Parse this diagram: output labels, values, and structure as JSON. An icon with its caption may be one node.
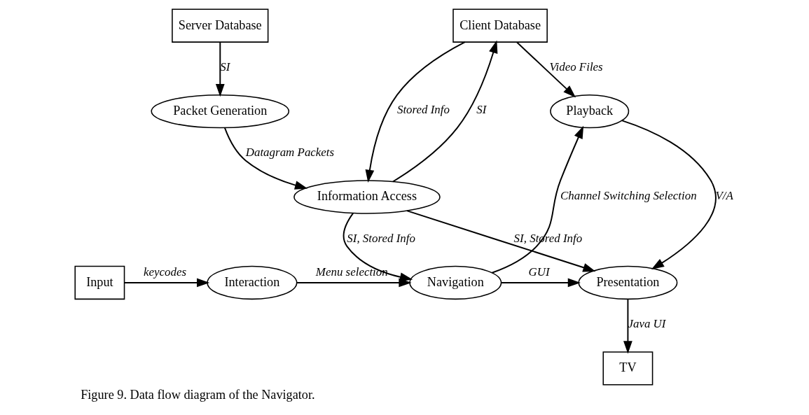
{
  "diagram": {
    "caption": "Figure 9. Data flow diagram of the Navigator.",
    "nodes": [
      {
        "text": [
          "Server Database"
        ]
      },
      {
        "text": [
          "Client Database"
        ]
      },
      {
        "text": [
          "Packet Generation"
        ]
      },
      {
        "text": [
          "Playback"
        ]
      },
      {
        "text": [
          "Information Access"
        ]
      },
      {
        "text": [
          "Input"
        ]
      },
      {
        "text": [
          "Interaction"
        ]
      },
      {
        "text": [
          "Navigation"
        ]
      },
      {
        "text": [
          "Presentation"
        ]
      },
      {
        "text": [
          "TV"
        ]
      }
    ],
    "edges": [
      {
        "from": 0,
        "to": 2,
        "arrow": "to",
        "label": "SI"
      },
      {
        "from": 1,
        "to": 4,
        "arrow": "to",
        "label": "Stored Info"
      },
      {
        "from": 4,
        "to": 1,
        "arrow": "to",
        "label": "SI"
      },
      {
        "from": 1,
        "to": 3,
        "arrow": "to",
        "label": "Video Files"
      },
      {
        "from": 2,
        "to": 4,
        "arrow": "to",
        "label": "Datagram Packets"
      },
      {
        "from": 4,
        "to": 7,
        "arrow": "to",
        "label": "SI, Stored Info"
      },
      {
        "from": 4,
        "to": 8,
        "arrow": "to",
        "label": "SI, Stored Info"
      },
      {
        "from": 3,
        "to": 8,
        "arrow": "to",
        "label": "V/A"
      },
      {
        "from": 5,
        "to": 6,
        "arrow": "to",
        "label": "keycodes"
      },
      {
        "from": 6,
        "to": 7,
        "arrow": "to",
        "label": "Menu selection"
      },
      {
        "from": 7,
        "to": 8,
        "arrow": "to",
        "label": "GUI"
      },
      {
        "from": 8,
        "to": 9,
        "arrow": "to",
        "label": "Java UI"
      },
      {
        "from": 7,
        "to": 3,
        "arrow": "to",
        "label": "Channel Switching Selection"
      }
    ]
  }
}
